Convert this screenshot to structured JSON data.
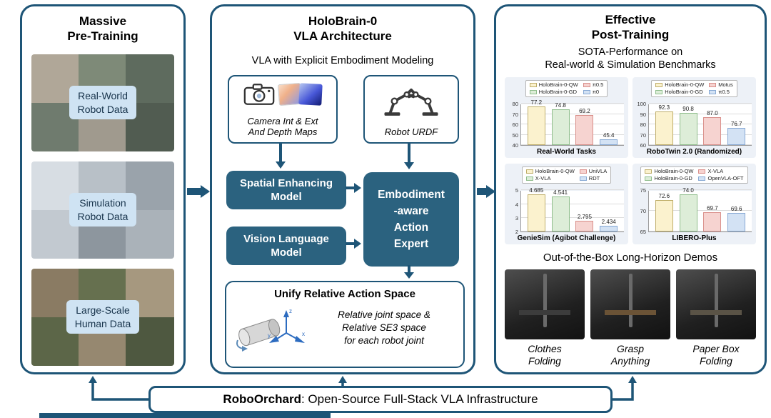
{
  "palette": {
    "dark_blue": "#1e5577",
    "box_blue": "#2b627f",
    "label_blue_bg": "#cfe3f3",
    "bar_colors": {
      "yellow": {
        "fill": "#fbf2ce",
        "border": "#bfae6a"
      },
      "green": {
        "fill": "#ddedd8",
        "border": "#8fbe8c"
      },
      "pink": {
        "fill": "#f6d3d0",
        "border": "#d98f8a"
      },
      "blue": {
        "fill": "#d3e2f4",
        "border": "#87a9d4"
      }
    }
  },
  "left_panel": {
    "title": "Massive\nPre-Training",
    "items": [
      {
        "label": "Real-World\nRobot Data"
      },
      {
        "label": "Simulation\nRobot Data"
      },
      {
        "label": "Large-Scale\nHuman Data"
      }
    ]
  },
  "middle_panel": {
    "title": "HoloBrain-0\nVLA Architecture",
    "subtitle": "VLA with Explicit Embodiment Modeling",
    "camera_caption": "Camera Int & Ext\nAnd Depth Maps",
    "urdf_caption": "Robot URDF",
    "spatial_model_label": "Spatial Enhancing\nModel",
    "vlm_label": "Vision Language\nModel",
    "action_expert_label": "Embodiment\n-aware\nAction\nExpert",
    "unify_title": "Unify Relative Action Space",
    "unify_caption": "Relative joint space &\nRelative SE3 space\nfor each robot joint",
    "unify_icon_axes": [
      "z",
      "x",
      "y"
    ]
  },
  "right_panel": {
    "title": "Effective\nPost-Training",
    "subtitle": "SOTA-Performance on\nReal-world & Simulation Benchmarks",
    "demos_title": "Out-of-the-Box Long-Horizon Demos",
    "demos": [
      {
        "caption": "Clothes\nFolding"
      },
      {
        "caption": "Grasp\nAnything"
      },
      {
        "caption": "Paper Box\nFolding"
      }
    ]
  },
  "bottom_bar": {
    "brand": "RoboOrchard",
    "text": ": Open-Source Full-Stack VLA Infrastructure"
  },
  "chart_data": [
    {
      "type": "bar",
      "title": "Real-World Tasks",
      "ymin": 40,
      "ymax": 80,
      "yticks": [
        40,
        50,
        60,
        70,
        80
      ],
      "legend_position": "top",
      "grid": true,
      "bars": [
        {
          "label": "HoloBrain-0-QW",
          "value": 77.2,
          "display": "77.2",
          "color": "yellow"
        },
        {
          "label": "HoloBrain-0-GD",
          "value": 74.8,
          "display": "74.8",
          "color": "green"
        },
        {
          "label": "π0.5",
          "value": 69.2,
          "display": "69.2",
          "color": "pink"
        },
        {
          "label": "π0",
          "value": 45.4,
          "display": "45.4",
          "color": "blue"
        }
      ]
    },
    {
      "type": "bar",
      "title": "RoboTwin 2.0 (Randomized)",
      "ymin": 60,
      "ymax": 100,
      "yticks": [
        60,
        70,
        80,
        90,
        100
      ],
      "legend_position": "top",
      "grid": true,
      "bars": [
        {
          "label": "HoloBrain-0-QW",
          "value": 92.3,
          "display": "92.3",
          "color": "yellow"
        },
        {
          "label": "HoloBrain-0-GD",
          "value": 90.8,
          "display": "90.8",
          "color": "green"
        },
        {
          "label": "Motus",
          "value": 87.0,
          "display": "87.0",
          "color": "pink"
        },
        {
          "label": "π0.5",
          "value": 76.7,
          "display": "76.7",
          "color": "blue"
        }
      ]
    },
    {
      "type": "bar",
      "title": "GenieSim (Agibot Challenge)",
      "ymin": 2,
      "ymax": 5,
      "yticks": [
        2,
        3,
        4,
        5
      ],
      "legend_position": "top",
      "grid": true,
      "bars": [
        {
          "label": "HoloBrain-0-QW",
          "value": 4.685,
          "display": "4.685",
          "color": "yellow"
        },
        {
          "label": "X-VLA",
          "value": 4.541,
          "display": "4.541",
          "color": "green"
        },
        {
          "label": "UniVLA",
          "value": 2.795,
          "display": "2.795",
          "color": "pink"
        },
        {
          "label": "RDT",
          "value": 2.434,
          "display": "2.434",
          "color": "blue"
        }
      ]
    },
    {
      "type": "bar",
      "title": "LIBERO-Plus",
      "ymin": 65,
      "ymax": 75,
      "yticks": [
        65,
        70,
        75
      ],
      "legend_position": "top",
      "grid": true,
      "bars": [
        {
          "label": "HoloBrain-0-QW",
          "value": 72.6,
          "display": "72.6",
          "color": "yellow"
        },
        {
          "label": "HoloBrain-0-GD",
          "value": 74.0,
          "display": "74.0",
          "color": "green"
        },
        {
          "label": "X-VLA",
          "value": 69.7,
          "display": "69.7",
          "color": "pink"
        },
        {
          "label": "OpenVLA-OFT",
          "value": 69.6,
          "display": "69.6",
          "color": "blue"
        }
      ]
    }
  ]
}
